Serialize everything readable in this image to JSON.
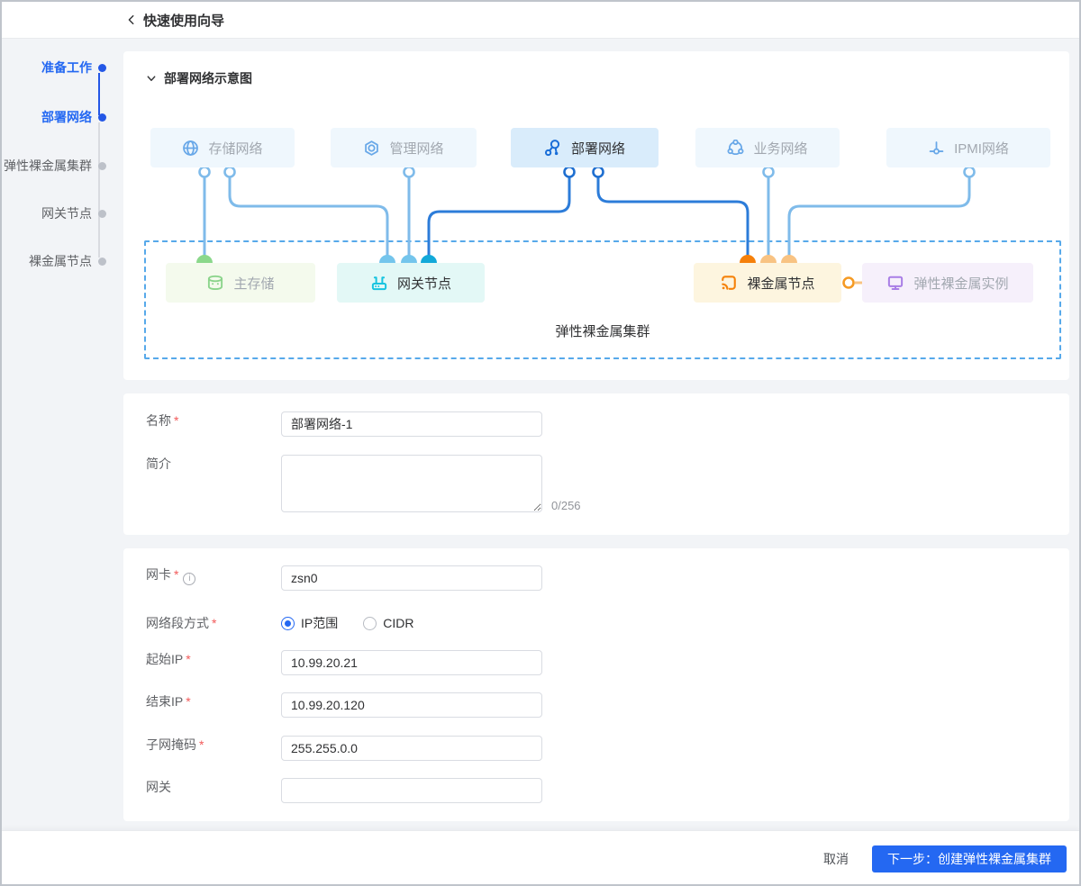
{
  "header": {
    "title": "快速使用向导"
  },
  "sidebar": {
    "steps": [
      {
        "label": "准备工作",
        "state": "done"
      },
      {
        "label": "部署网络",
        "state": "active"
      },
      {
        "label": "弹性裸金属集群",
        "state": "pending"
      },
      {
        "label": "网关节点",
        "state": "pending"
      },
      {
        "label": "裸金属节点",
        "state": "pending"
      }
    ]
  },
  "diagram": {
    "section_title": "部署网络示意图",
    "top_nodes": [
      {
        "label": "存储网络",
        "icon": "globe-icon"
      },
      {
        "label": "管理网络",
        "icon": "gear-icon"
      },
      {
        "label": "部署网络",
        "icon": "share-icon",
        "active": true
      },
      {
        "label": "业务网络",
        "icon": "cluster-icon"
      },
      {
        "label": "IPMI网络",
        "icon": "ipmi-icon"
      }
    ],
    "bottom_nodes": [
      {
        "label": "主存储",
        "icon": "database-icon",
        "color": "#8bd48b"
      },
      {
        "label": "网关节点",
        "icon": "router-icon",
        "color": "#17c4e0"
      },
      {
        "label": "裸金属节点",
        "icon": "cast-icon",
        "color": "#f5820a"
      },
      {
        "label": "弹性裸金属实例",
        "icon": "monitor-icon",
        "color": "#a97ee6"
      }
    ],
    "cluster_label": "弹性裸金属集群",
    "line_colors": {
      "light": "#7fbbea",
      "dark": "#2c7cd9"
    }
  },
  "form_basic": {
    "name_label": "名称",
    "name_value": "部署网络-1",
    "desc_label": "简介",
    "desc_value": "",
    "desc_counter": "0/256"
  },
  "form_network": {
    "nic_label": "网卡",
    "nic_value": "zsn0",
    "segment_label": "网络段方式",
    "radio_ip_range": "IP范围",
    "radio_cidr": "CIDR",
    "start_ip_label": "起始IP",
    "start_ip_value": "10.99.20.21",
    "end_ip_label": "结束IP",
    "end_ip_value": "10.99.20.120",
    "netmask_label": "子网掩码",
    "netmask_value": "255.255.0.0",
    "gateway_label": "网关",
    "gateway_value": ""
  },
  "footer": {
    "cancel_label": "取消",
    "next_label": "下一步：创建弹性裸金属集群"
  },
  "colors": {
    "accent": "#2468f2",
    "step_blue": "#2457e6",
    "dashed_border": "#57a9ea"
  }
}
